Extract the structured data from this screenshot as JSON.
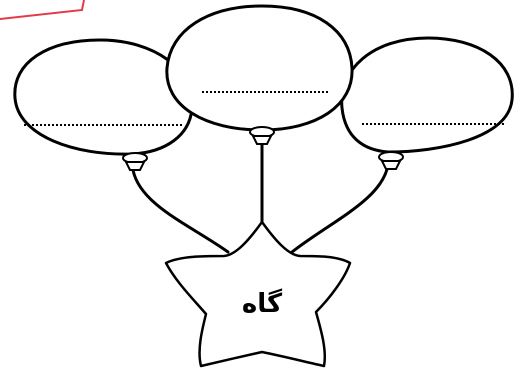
{
  "star": {
    "word": "گاه"
  },
  "balloons": [
    {
      "position": "left",
      "answer": ""
    },
    {
      "position": "center",
      "answer": ""
    },
    {
      "position": "right",
      "answer": ""
    }
  ],
  "colors": {
    "outline": "#000000",
    "corner_mark": "#e23b4d",
    "background": "#ffffff"
  }
}
